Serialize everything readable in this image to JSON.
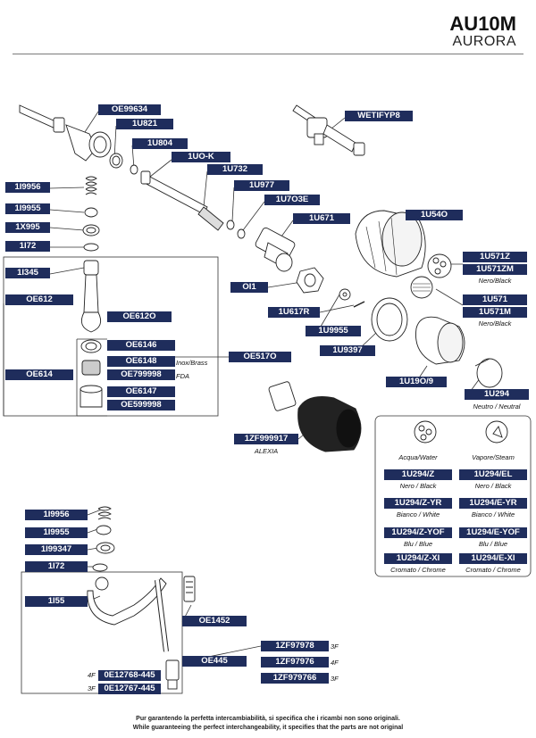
{
  "header": {
    "model": "AU10M",
    "name": "AURORA"
  },
  "parts": {
    "oe99634": "OE99634",
    "u821": "1U821",
    "u804": "1U804",
    "uok": "1UO-K",
    "u732": "1U732",
    "u977": "1U977",
    "u7o3e": "1U7O3E",
    "u671": "1U671",
    "u54o": "1U54O",
    "wetifyp8": "WETIFYP8",
    "i9956a": "1I9956",
    "i9955a": "1I9955",
    "x995": "1X995",
    "i72a": "1I72",
    "i345": "1I345",
    "oe612": "OE612",
    "oe612o": "OE612O",
    "oe6146": "OE6146",
    "oe6148": "OE6148",
    "oe799998": "OE799998",
    "oe6147": "OE6147",
    "oe599998": "OE599998",
    "oe614": "OE614",
    "oe517o": "OE517O",
    "oi1": "OI1",
    "u617r": "1U617R",
    "u9955": "1U9955",
    "u9397": "1U9397",
    "u571z": "1U571Z",
    "u571zm": "1U571ZM",
    "u571": "1U571",
    "u571m": "1U571M",
    "u19o9": "1U19O/9",
    "u294": "1U294",
    "zf999917": "1ZF999917",
    "u294z": "1U294/Z",
    "u294el": "1U294/EL",
    "u294zyr": "1U294/Z-YR",
    "u294eyr": "1U294/E-YR",
    "u294zyof": "1U294/Z-YOF",
    "u294eyof": "1U294/E-YOF",
    "u294zxi": "1U294/Z-XI",
    "u294exi": "1U294/E-XI",
    "i9956b": "1I9956",
    "i9955b": "1I9955",
    "i99347": "1I99347",
    "i72b": "1I72",
    "i55": "1I55",
    "oe1452": "OE1452",
    "oe445": "OE445",
    "zf97978": "1ZF97978",
    "zf97976": "1ZF97976",
    "zf979766": "1ZF979766",
    "oe12768": "0E12768-445",
    "oe12767": "0E12767-445"
  },
  "notes": {
    "inox": "Inox/Brass",
    "fda": "FDA",
    "nero_black_1": "Nero/Black",
    "nero_black_2": "Nero/Black",
    "neutro": "Neutro / Neutral",
    "alexia": "ALEXIA",
    "acqua": "Acqua/Water",
    "vapore": "Vapore/Steam",
    "nero_z": "Nero / Black",
    "nero_e": "Nero / Black",
    "bianco_z": "Bianco / White",
    "bianco_e": "Bianco / White",
    "blu_z": "Blu / Blue",
    "blu_e": "Blu / Blue",
    "cromato_z": "Cromato / Chrome",
    "cromato_e": "Cromato / Chrome",
    "f3_a": "3F",
    "f4": "4F",
    "f3_b": "3F",
    "pre4f": "4F",
    "pre3f": "3F"
  },
  "footer": {
    "it": "Pur garantendo la perfetta intercambiabilità, si specifica che i ricambi non sono originali.",
    "en": "While guaranteeing the perfect interchangeability, it specifies that the parts are not original"
  }
}
